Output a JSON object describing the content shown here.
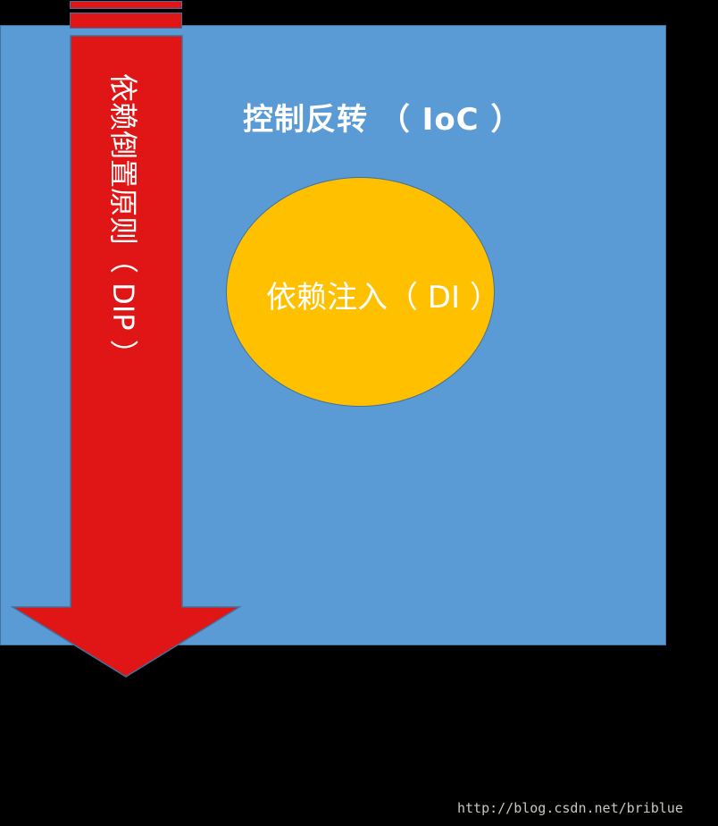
{
  "diagram": {
    "ioc": {
      "label": "控制反转 （ IoC ）",
      "color": "#5b9bd5"
    },
    "di": {
      "label": "依赖注入（ DI ）",
      "color": "#ffc000"
    },
    "dip": {
      "label": "依赖倒置原则（ DIP ）",
      "color": "#e01515",
      "icon": "down-arrow-icon"
    },
    "border_color": "#41719c"
  },
  "watermark": "http://blog.csdn.net/briblue"
}
